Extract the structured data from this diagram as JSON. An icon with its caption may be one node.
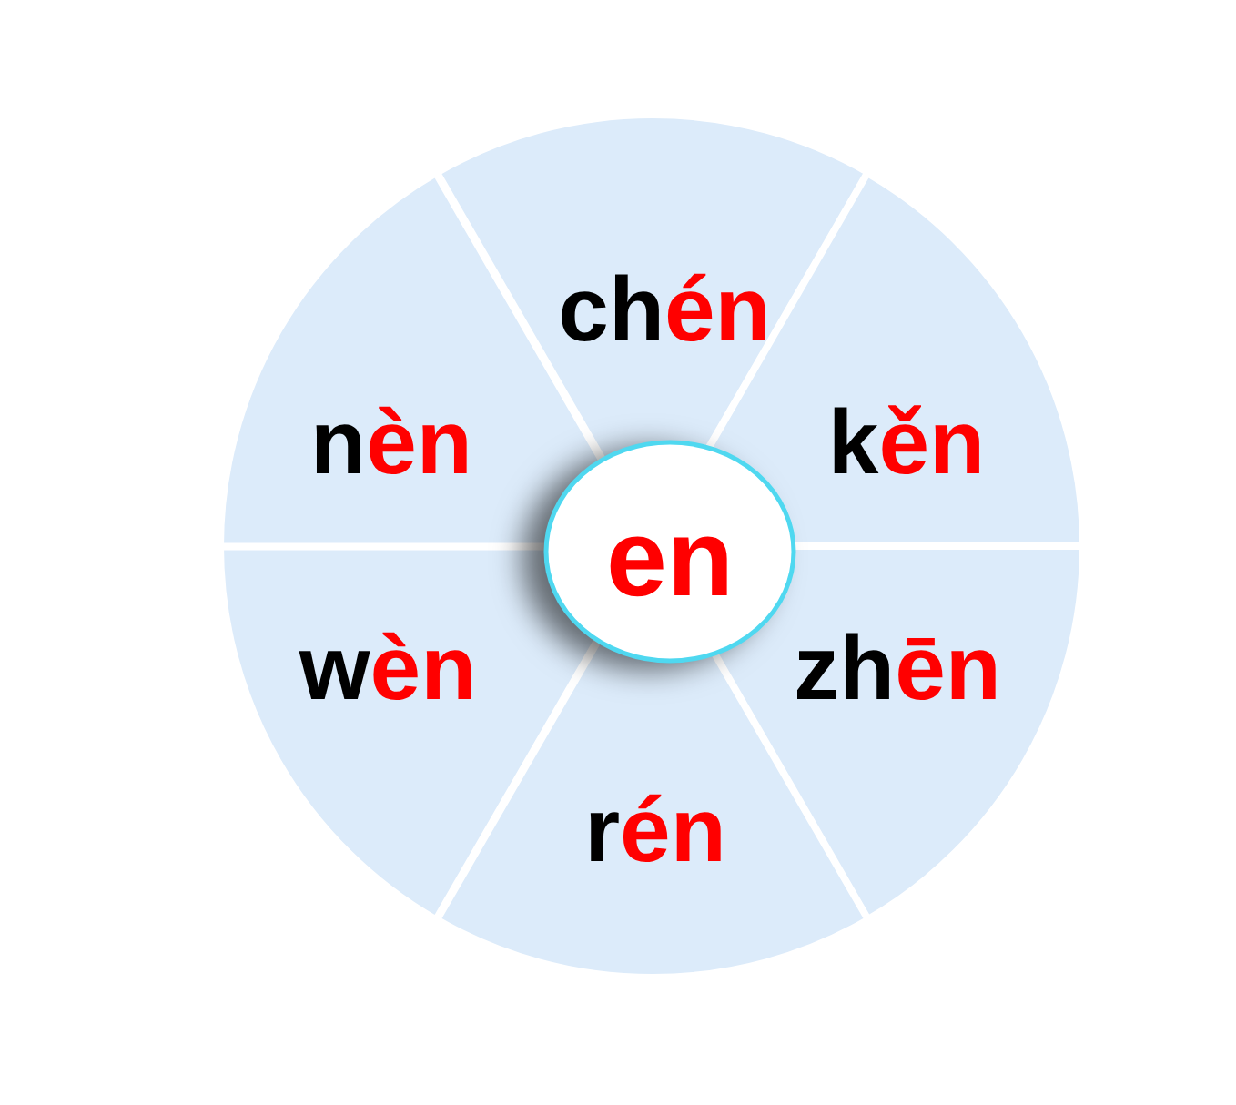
{
  "diagram": {
    "nodes": [
      {
        "text": [
          "en"
        ]
      },
      {
        "text": [
          "chén"
        ]
      },
      {
        "text": [
          "kěn"
        ]
      },
      {
        "text": [
          "zhēn"
        ]
      },
      {
        "text": [
          "rén"
        ]
      },
      {
        "text": [
          "wèn"
        ]
      },
      {
        "text": [
          "nèn"
        ]
      }
    ]
  }
}
